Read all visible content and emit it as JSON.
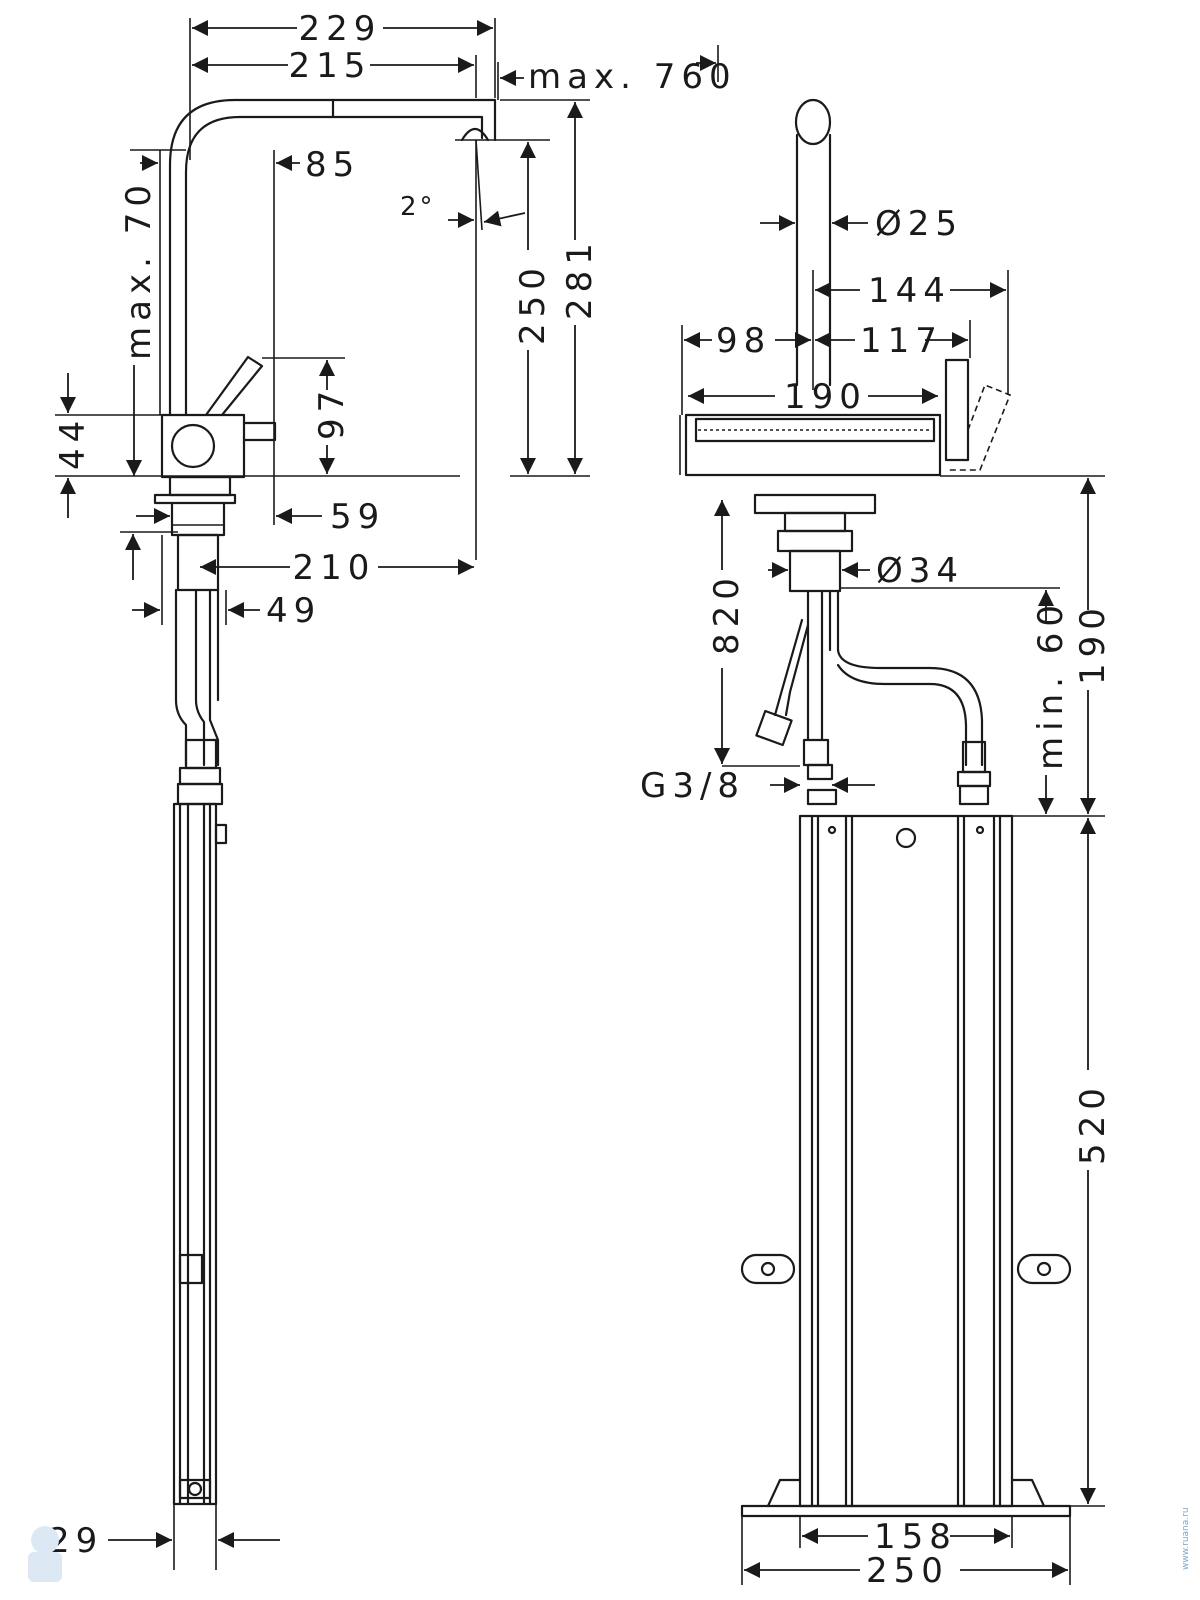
{
  "drawing": {
    "dimensions": {
      "d229": "229",
      "d215": "215",
      "max760": "max. 760",
      "d85": "85",
      "max70": "max. 70",
      "deg2": "2°",
      "d250": "250",
      "d281": "281",
      "d44": "44",
      "d97": "97",
      "d59": "59",
      "d210": "210",
      "d49": "49",
      "d29": "29",
      "dia25": "Ø25",
      "d144": "144",
      "d98": "98",
      "d117": "117",
      "d190top": "190",
      "dia34": "Ø34",
      "d820": "820",
      "min60": "min. 60",
      "d190side": "190",
      "g38": "G3/8",
      "d520": "520",
      "d158": "158",
      "d250b": "250"
    },
    "watermark": "www.ruana.ru"
  }
}
